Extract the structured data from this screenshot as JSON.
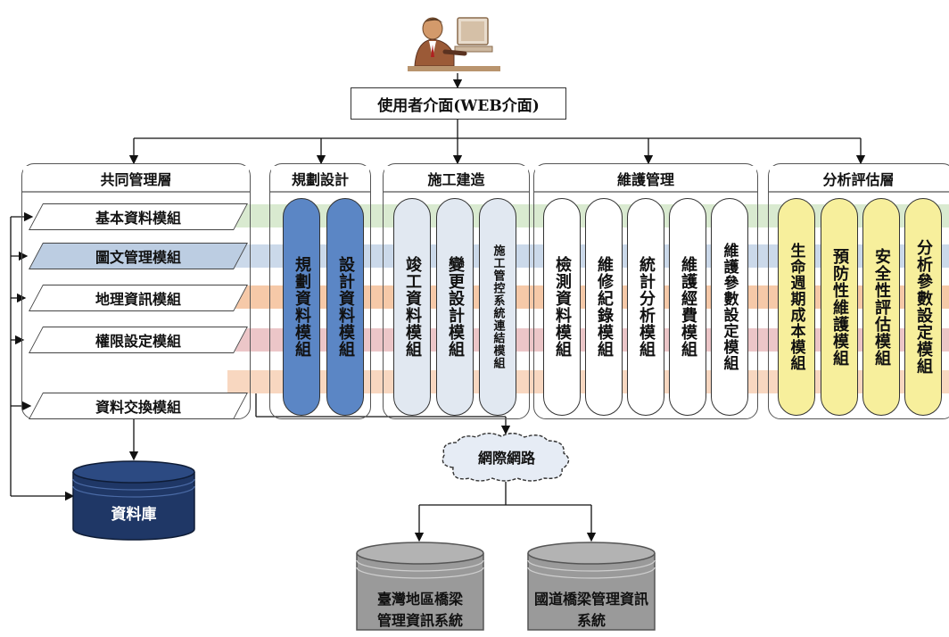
{
  "title": "使用者介面(WEB介面)",
  "layers": {
    "common": "共同管理層",
    "planning": "規劃設計",
    "construction": "施工建造",
    "maintenance": "維護管理",
    "analysis": "分析評估層"
  },
  "common_modules": [
    "基本資料模組",
    "圖文管理模組",
    "地理資訊模組",
    "權限設定模組",
    "資料交換模組"
  ],
  "planning_modules": [
    "規劃資料模組",
    "設計資料模組"
  ],
  "construction_modules": [
    "竣工資料模組",
    "變更設計模組",
    "施工管控系統連結模組"
  ],
  "maintenance_modules": [
    "檢測資料模組",
    "維修紀錄模組",
    "統計分析模組",
    "維護經費模組",
    "維護參數設定模組"
  ],
  "analysis_modules": [
    "生命週期成本模組",
    "預防性維護模組",
    "安全性評估模組",
    "分析參數設定模組"
  ],
  "database": "資料庫",
  "internet": "網際網路",
  "external_systems": [
    "臺灣地區橋梁管理資訊系統",
    "國道橋梁管理資訊系統"
  ],
  "colors": {
    "band_green": "#d9ead0",
    "band_blue": "#cbd9ea",
    "band_orange": "#f6c9a8",
    "band_pink": "#ecc6c8",
    "band_peach": "#f8d7c0",
    "planning_pill": "#5b86c5",
    "construction_pill": "#e1e8f1",
    "analysis_pill": "#f7ef9c",
    "db_dark": "#1f3766",
    "db_gray": "#9a9a9a",
    "selected_module": "#bccde2"
  },
  "icons": [
    "computer-user-icon",
    "database-icon",
    "cloud-icon"
  ]
}
